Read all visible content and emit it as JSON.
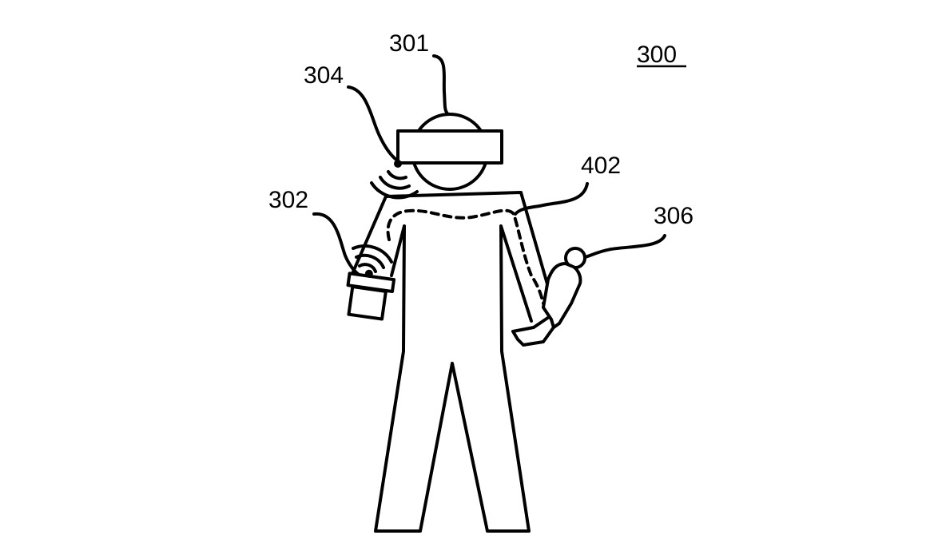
{
  "figure": {
    "number_label": "300",
    "labels": {
      "headset": "301",
      "handheld_device": "302",
      "headset_emitter": "304",
      "held_object": "306",
      "body_path": "402"
    }
  }
}
